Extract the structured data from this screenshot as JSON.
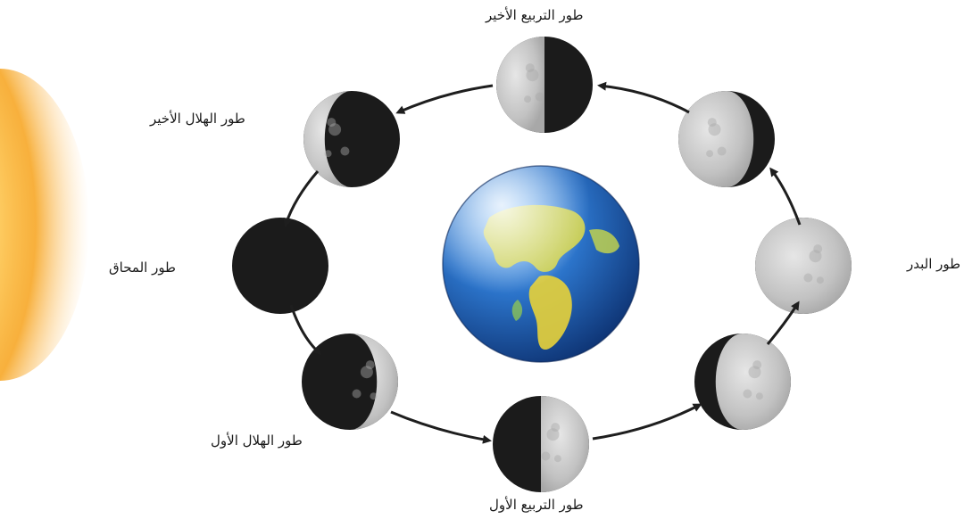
{
  "phases": {
    "full_moon": "طور البدر",
    "last_quarter": "طور التربيع الأخير",
    "waning_crescent": "طور الهلال الأخير",
    "new_moon": "طور المحاق",
    "waxing_crescent": "طور الهلال الأول",
    "first_quarter": "طور التربيع الأول"
  },
  "icons": {
    "sun": "sun-icon",
    "earth": "earth-icon",
    "moon": "moon-icon",
    "arrow": "arrow-icon"
  },
  "colors": {
    "moon_light": "#c9c9c9",
    "moon_dark": "#1b1b1b",
    "arrow": "#1e1e1e",
    "sun_core": "#f6a21a",
    "earth_ocean": "#1f5fb8"
  }
}
